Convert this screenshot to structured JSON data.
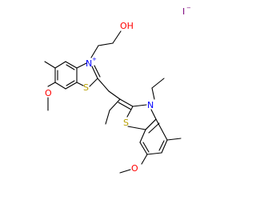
{
  "molecule": {
    "colors": {
      "bond": "#000000",
      "carbon": "#000000",
      "oxygen": "#ff0000",
      "nitrogen": "#0000ff",
      "sulfur": "#b8a000",
      "iodine": "#7a007a"
    },
    "counterion": {
      "symbol": "I",
      "charge": "−"
    },
    "atoms": {
      "oh_label": "OH",
      "n_cation_label": "N",
      "n_cation_charge": "+",
      "s1_label": "S",
      "o_methoxy1_label": "O",
      "s2_label": "S",
      "n2_label": "N",
      "o_methoxy2_label": "O"
    }
  }
}
